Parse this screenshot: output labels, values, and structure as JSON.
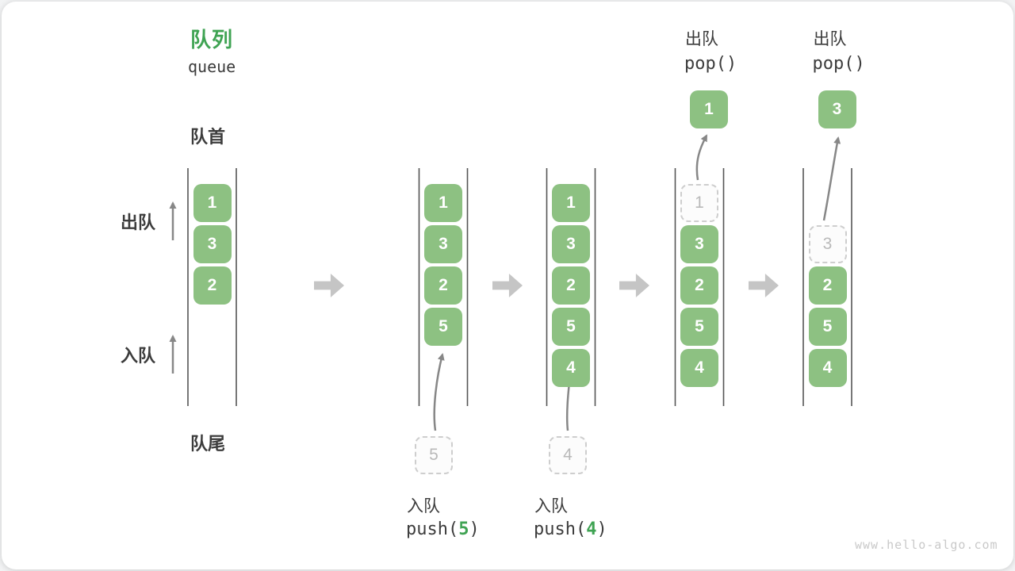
{
  "title": {
    "zh": "队列",
    "en": "queue"
  },
  "side_labels": {
    "front": "队首",
    "rear": "队尾",
    "dequeue": "出队",
    "enqueue": "入队"
  },
  "watermark": "www.hello-algo.com",
  "colors": {
    "accent_green": "#3fa353",
    "box_green": "#8dc182",
    "block_arrow_gray": "#c5c5c5",
    "rail_line": "#555555",
    "text_dark": "#3c3c3c",
    "ghost_gray": "#b9b9b9"
  },
  "diagram": {
    "columns": [
      {
        "slots": [
          {
            "row": 0,
            "v": "1"
          },
          {
            "row": 1,
            "v": "3"
          },
          {
            "row": 2,
            "v": "2"
          }
        ]
      },
      {
        "slots": [
          {
            "row": 0,
            "v": "1"
          },
          {
            "row": 1,
            "v": "3"
          },
          {
            "row": 2,
            "v": "2"
          },
          {
            "row": 3,
            "v": "5"
          }
        ],
        "incoming": {
          "v": "5",
          "label": "入队",
          "code_prefix": "push(",
          "code_arg": "5",
          "code_suffix": ")"
        }
      },
      {
        "slots": [
          {
            "row": 0,
            "v": "1"
          },
          {
            "row": 1,
            "v": "3"
          },
          {
            "row": 2,
            "v": "2"
          },
          {
            "row": 3,
            "v": "5"
          },
          {
            "row": 4,
            "v": "4"
          }
        ],
        "incoming": {
          "v": "4",
          "label": "入队",
          "code_prefix": "push(",
          "code_arg": "4",
          "code_suffix": ")"
        }
      },
      {
        "slots": [
          {
            "row": 0,
            "v": "1",
            "ghost": true
          },
          {
            "row": 1,
            "v": "3"
          },
          {
            "row": 2,
            "v": "2"
          },
          {
            "row": 3,
            "v": "5"
          },
          {
            "row": 4,
            "v": "4"
          }
        ],
        "outgoing": {
          "v": "1",
          "label": "出队",
          "code": "pop()"
        }
      },
      {
        "slots": [
          {
            "row": 1,
            "v": "3",
            "ghost": true
          },
          {
            "row": 2,
            "v": "2"
          },
          {
            "row": 3,
            "v": "5"
          },
          {
            "row": 4,
            "v": "4"
          }
        ],
        "outgoing": {
          "v": "3",
          "label": "出队",
          "code": "pop()"
        }
      }
    ]
  }
}
